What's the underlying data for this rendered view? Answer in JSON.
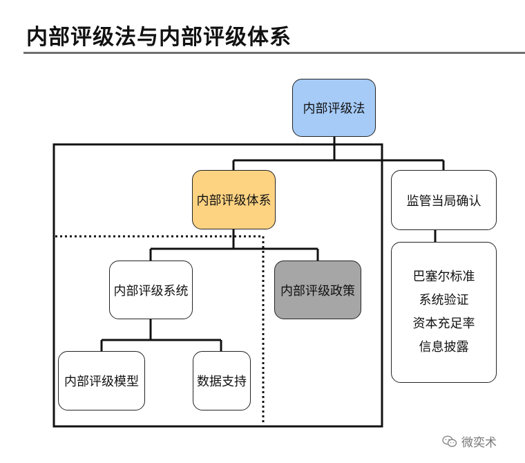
{
  "page": {
    "title": "内部评级法与内部评级体系"
  },
  "nodes": {
    "irb_method": {
      "label": "内部评级法",
      "fill": "#a6cbf7"
    },
    "irb_framework": {
      "label": "内部评级体系",
      "fill": "#fdd382"
    },
    "rating_system": {
      "label": "内部评级系统",
      "fill": "#ffffff"
    },
    "rating_policy": {
      "label": "内部评级政策",
      "fill": "#a6a6a6"
    },
    "rating_model": {
      "label": "内部评级模型",
      "fill": "#ffffff"
    },
    "data_support": {
      "label": "数据支持",
      "fill": "#ffffff"
    },
    "regulator_approval": {
      "label": "监管当局确认",
      "fill": "#ffffff"
    },
    "regulator_items": {
      "fill": "#ffffff",
      "items": [
        "巴塞尔标准",
        "系统验证",
        "资本充足率",
        "信息披露"
      ]
    }
  },
  "watermark": {
    "text": "微奕术",
    "icon": "wechat-icon"
  }
}
